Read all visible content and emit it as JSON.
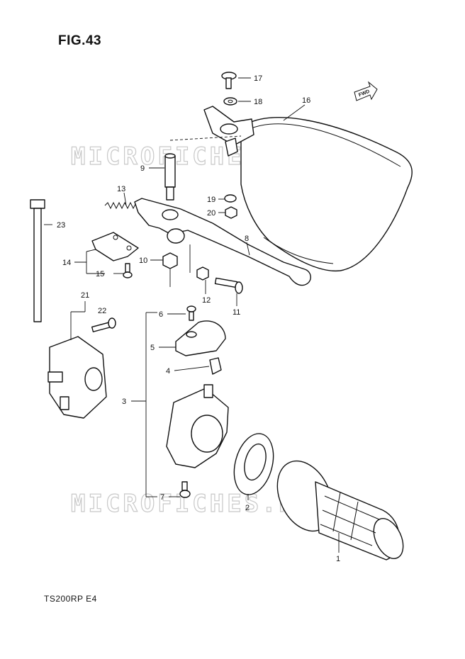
{
  "figure": {
    "title": "FIG.43",
    "model_code": "TS200RP  E4"
  },
  "watermark": "MICROFICHES.NET",
  "fwd_label": "FWD",
  "callouts": [
    "1",
    "2",
    "3",
    "4",
    "5",
    "6",
    "7",
    "8",
    "9",
    "10",
    "11",
    "12",
    "13",
    "14",
    "15",
    "16",
    "17",
    "18",
    "19",
    "20",
    "21",
    "22",
    "23"
  ]
}
